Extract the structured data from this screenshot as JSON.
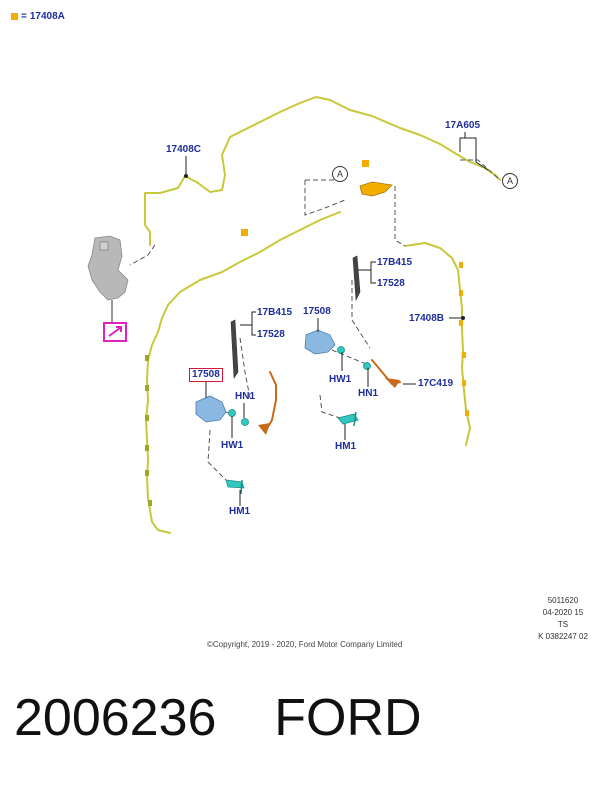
{
  "legend": {
    "symbol": "■",
    "equals": "=",
    "part": "17408A"
  },
  "labels": {
    "p17408c": "17408C",
    "p17a605": "17A605",
    "p17b415_right": "17B415",
    "p17528_right": "17528",
    "p17408b": "17408B",
    "p17b415_left": "17B415",
    "p17528_left": "17528",
    "p17508_center": "17508",
    "p17508_left": "17508",
    "hw1_right": "HW1",
    "hn1_right": "HN1",
    "p17c419": "17C419",
    "hn1_left": "HN1",
    "hw1_left": "HW1",
    "hm1_right": "HM1",
    "hm1_left": "HM1",
    "connector_a1": "A",
    "connector_a2": "A"
  },
  "meta": {
    "line1": "5011620",
    "line2": "04-2020 15",
    "line3": "TS",
    "line4": "K 0382247 02"
  },
  "copyright": "©Copyright, 2019 - 2020, Ford Motor Company Limited",
  "caption": "2006236    FORD",
  "colors": {
    "label_blue": "#1e2e9e",
    "hose_yellow": "#c8c83a",
    "marker_orange": "#f2ad00",
    "highlight_red": "#d6163b",
    "marker_magenta": "#e020c0",
    "motor_blue": "#8ab8e0",
    "nozzle_teal": "#30c8c0",
    "arm_orange": "#c86a18"
  },
  "icons": {
    "legend_marker": "orange-square-icon",
    "reservoir_marker": "magenta-arrow-box-icon"
  }
}
